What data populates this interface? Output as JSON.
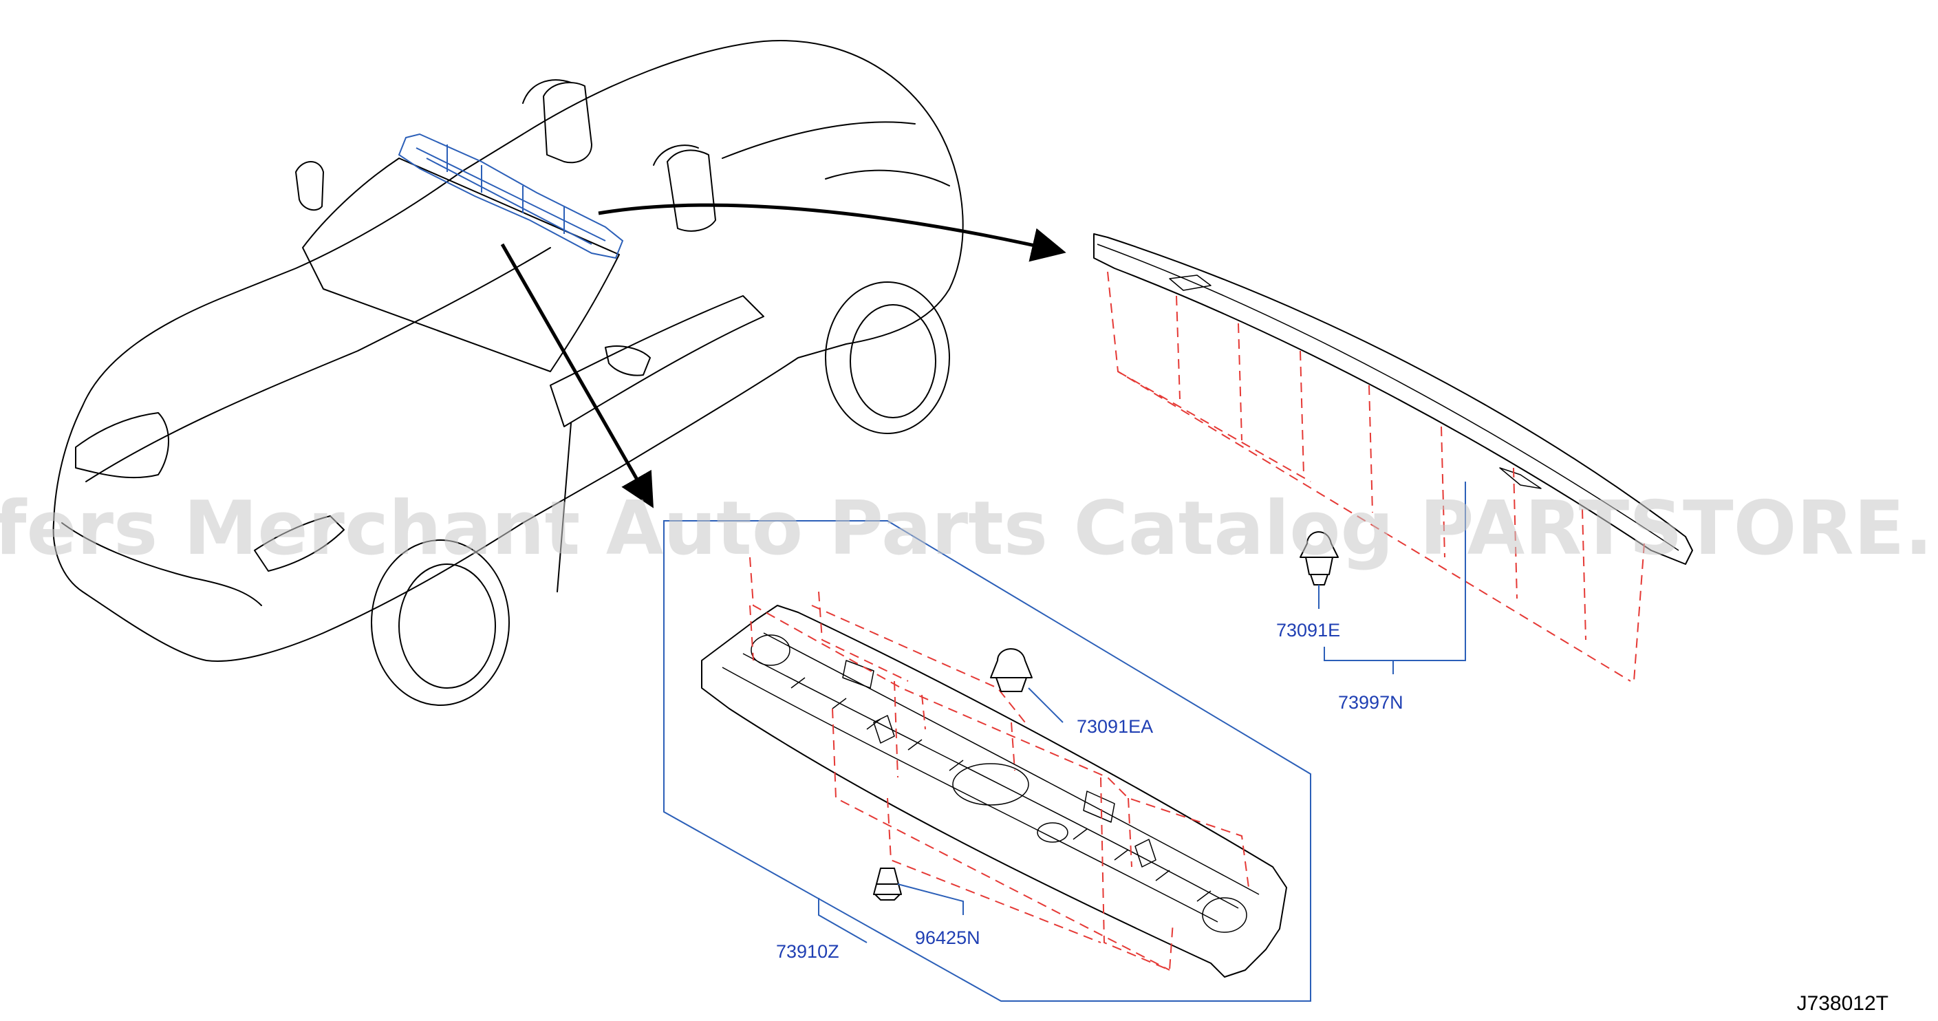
{
  "watermark": "Offers Merchant Auto Parts Catalog PARTSTORE.SA",
  "figure_code": "J738012T",
  "parts": [
    {
      "id": "73091E",
      "label": "73091E"
    },
    {
      "id": "73997N",
      "label": "73997N"
    },
    {
      "id": "73091EA",
      "label": "73091EA"
    },
    {
      "id": "96425N",
      "label": "96425N"
    },
    {
      "id": "73910Z",
      "label": "73910Z"
    }
  ],
  "colors": {
    "callout": "#1f3fb3",
    "leader": "#2b5fb8",
    "dashed_guides": "#e53935",
    "outline": "#000000",
    "watermark": "#c8c8c8"
  }
}
